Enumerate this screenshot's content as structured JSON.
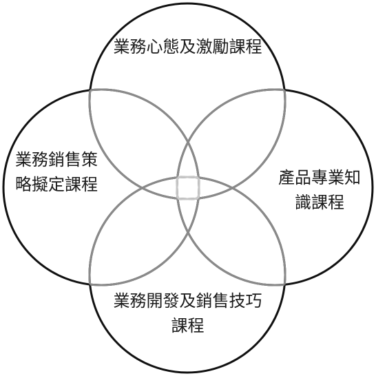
{
  "circles": {
    "top": {
      "label": "業務心態及激勵課程"
    },
    "left": {
      "label": "業務銷售策略擬定課程"
    },
    "right": {
      "label": "產品專業知識課程"
    },
    "bottom": {
      "label": "業務開發及銷售技巧課程"
    }
  },
  "colors": {
    "outline": "#111111",
    "overlap_outline": "#8a8a8a",
    "center_outline": "#c8c8c8",
    "background": "#ffffff"
  }
}
